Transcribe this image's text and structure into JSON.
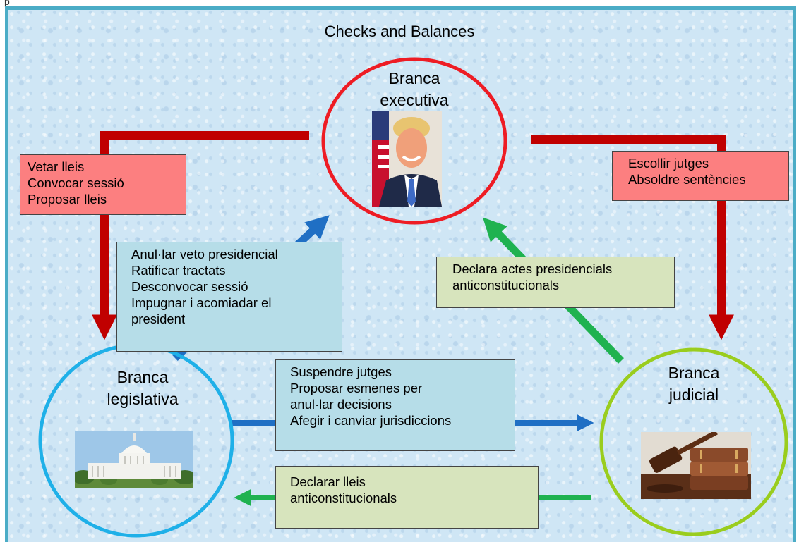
{
  "header_text": "p",
  "title": "Checks and Balances",
  "nodes": {
    "executive": {
      "line1": "Branca",
      "line2": "executiva"
    },
    "legislative": {
      "line1": "Branca",
      "line2": "legislativa"
    },
    "judicial": {
      "line1": "Branca",
      "line2": "judicial"
    }
  },
  "boxes": {
    "exec_to_leg": [
      "Vetar lleis",
      "Convocar sessió",
      "Proposar lleis"
    ],
    "exec_to_jud": [
      "Escollir jutges",
      "Absoldre sentències"
    ],
    "leg_to_exec": [
      "Anul·lar veto presidencial",
      "Ratificar tractats",
      "Desconvocar sessió",
      "Impugnar i acomiadar el",
      "president"
    ],
    "jud_to_exec": [
      "Declara actes  presidencials",
      "anticonstitucionals"
    ],
    "leg_to_jud": [
      "Suspendre jutges",
      "Proposar esmenes per",
      "anul·lar decisions",
      "Afegir i canviar jurisdiccions"
    ],
    "jud_to_leg": [
      "Declarar lleis",
      "anticonstitucionals"
    ]
  },
  "colors": {
    "frame": "#4bacc6",
    "executive_circle": "#ee1c24",
    "legislative_circle": "#1fb0e8",
    "judicial_circle": "#9acd1e",
    "red_arrow": "#c00000",
    "blue_arrow": "#1f6fc4",
    "green_arrow": "#1fb250"
  }
}
